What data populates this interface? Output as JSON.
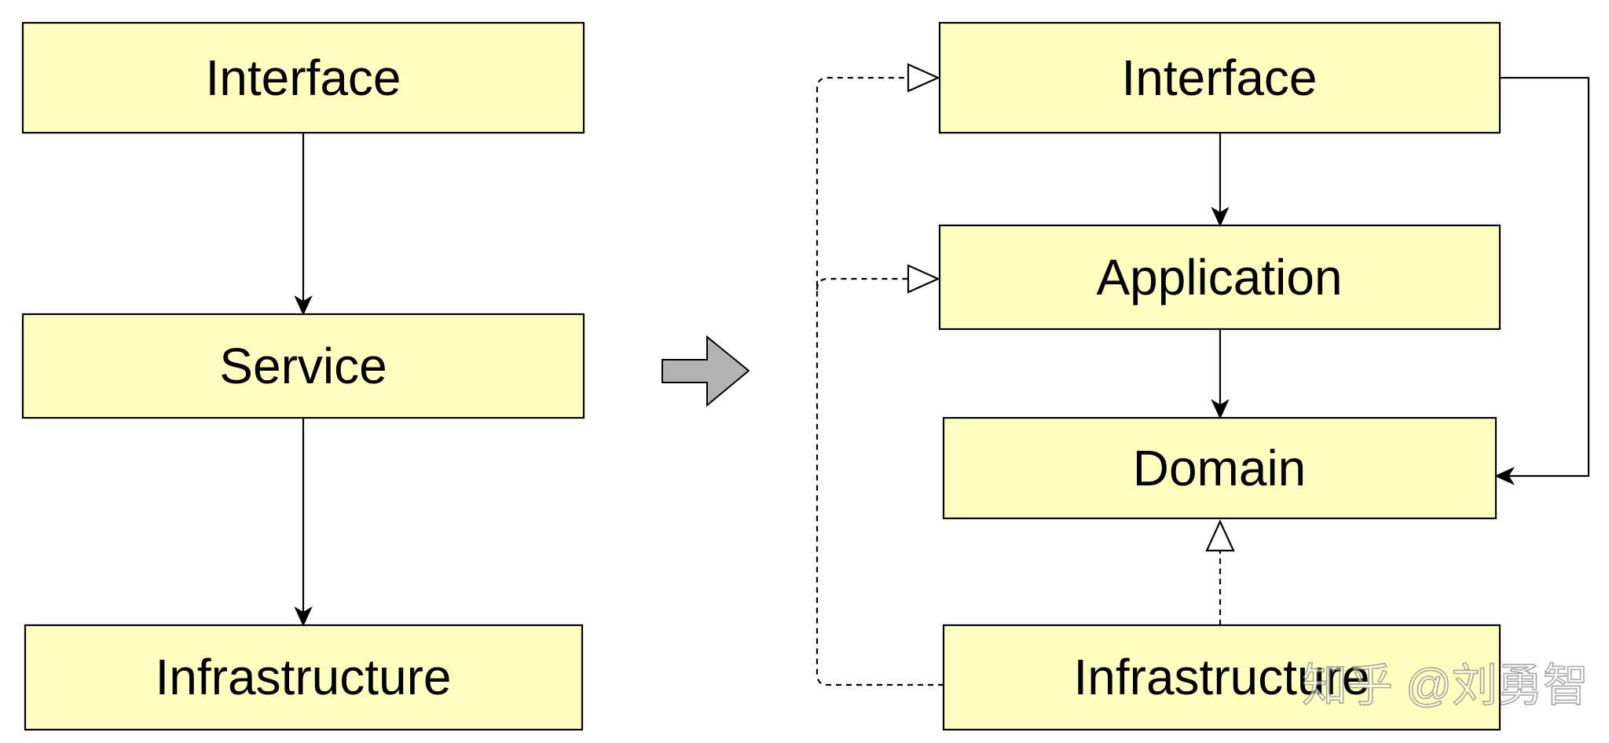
{
  "left_diagram": {
    "interface": "Interface",
    "service": "Service",
    "infrastructure": "Infrastructure"
  },
  "right_diagram": {
    "interface": "Interface",
    "application": "Application",
    "domain": "Domain",
    "infrastructure": "Infrastructure"
  },
  "watermark": "知乎 @刘勇智",
  "colors": {
    "box_fill": "#FFFFC0",
    "line": "#000000",
    "transition_arrow_fill": "#B3B3B3"
  }
}
